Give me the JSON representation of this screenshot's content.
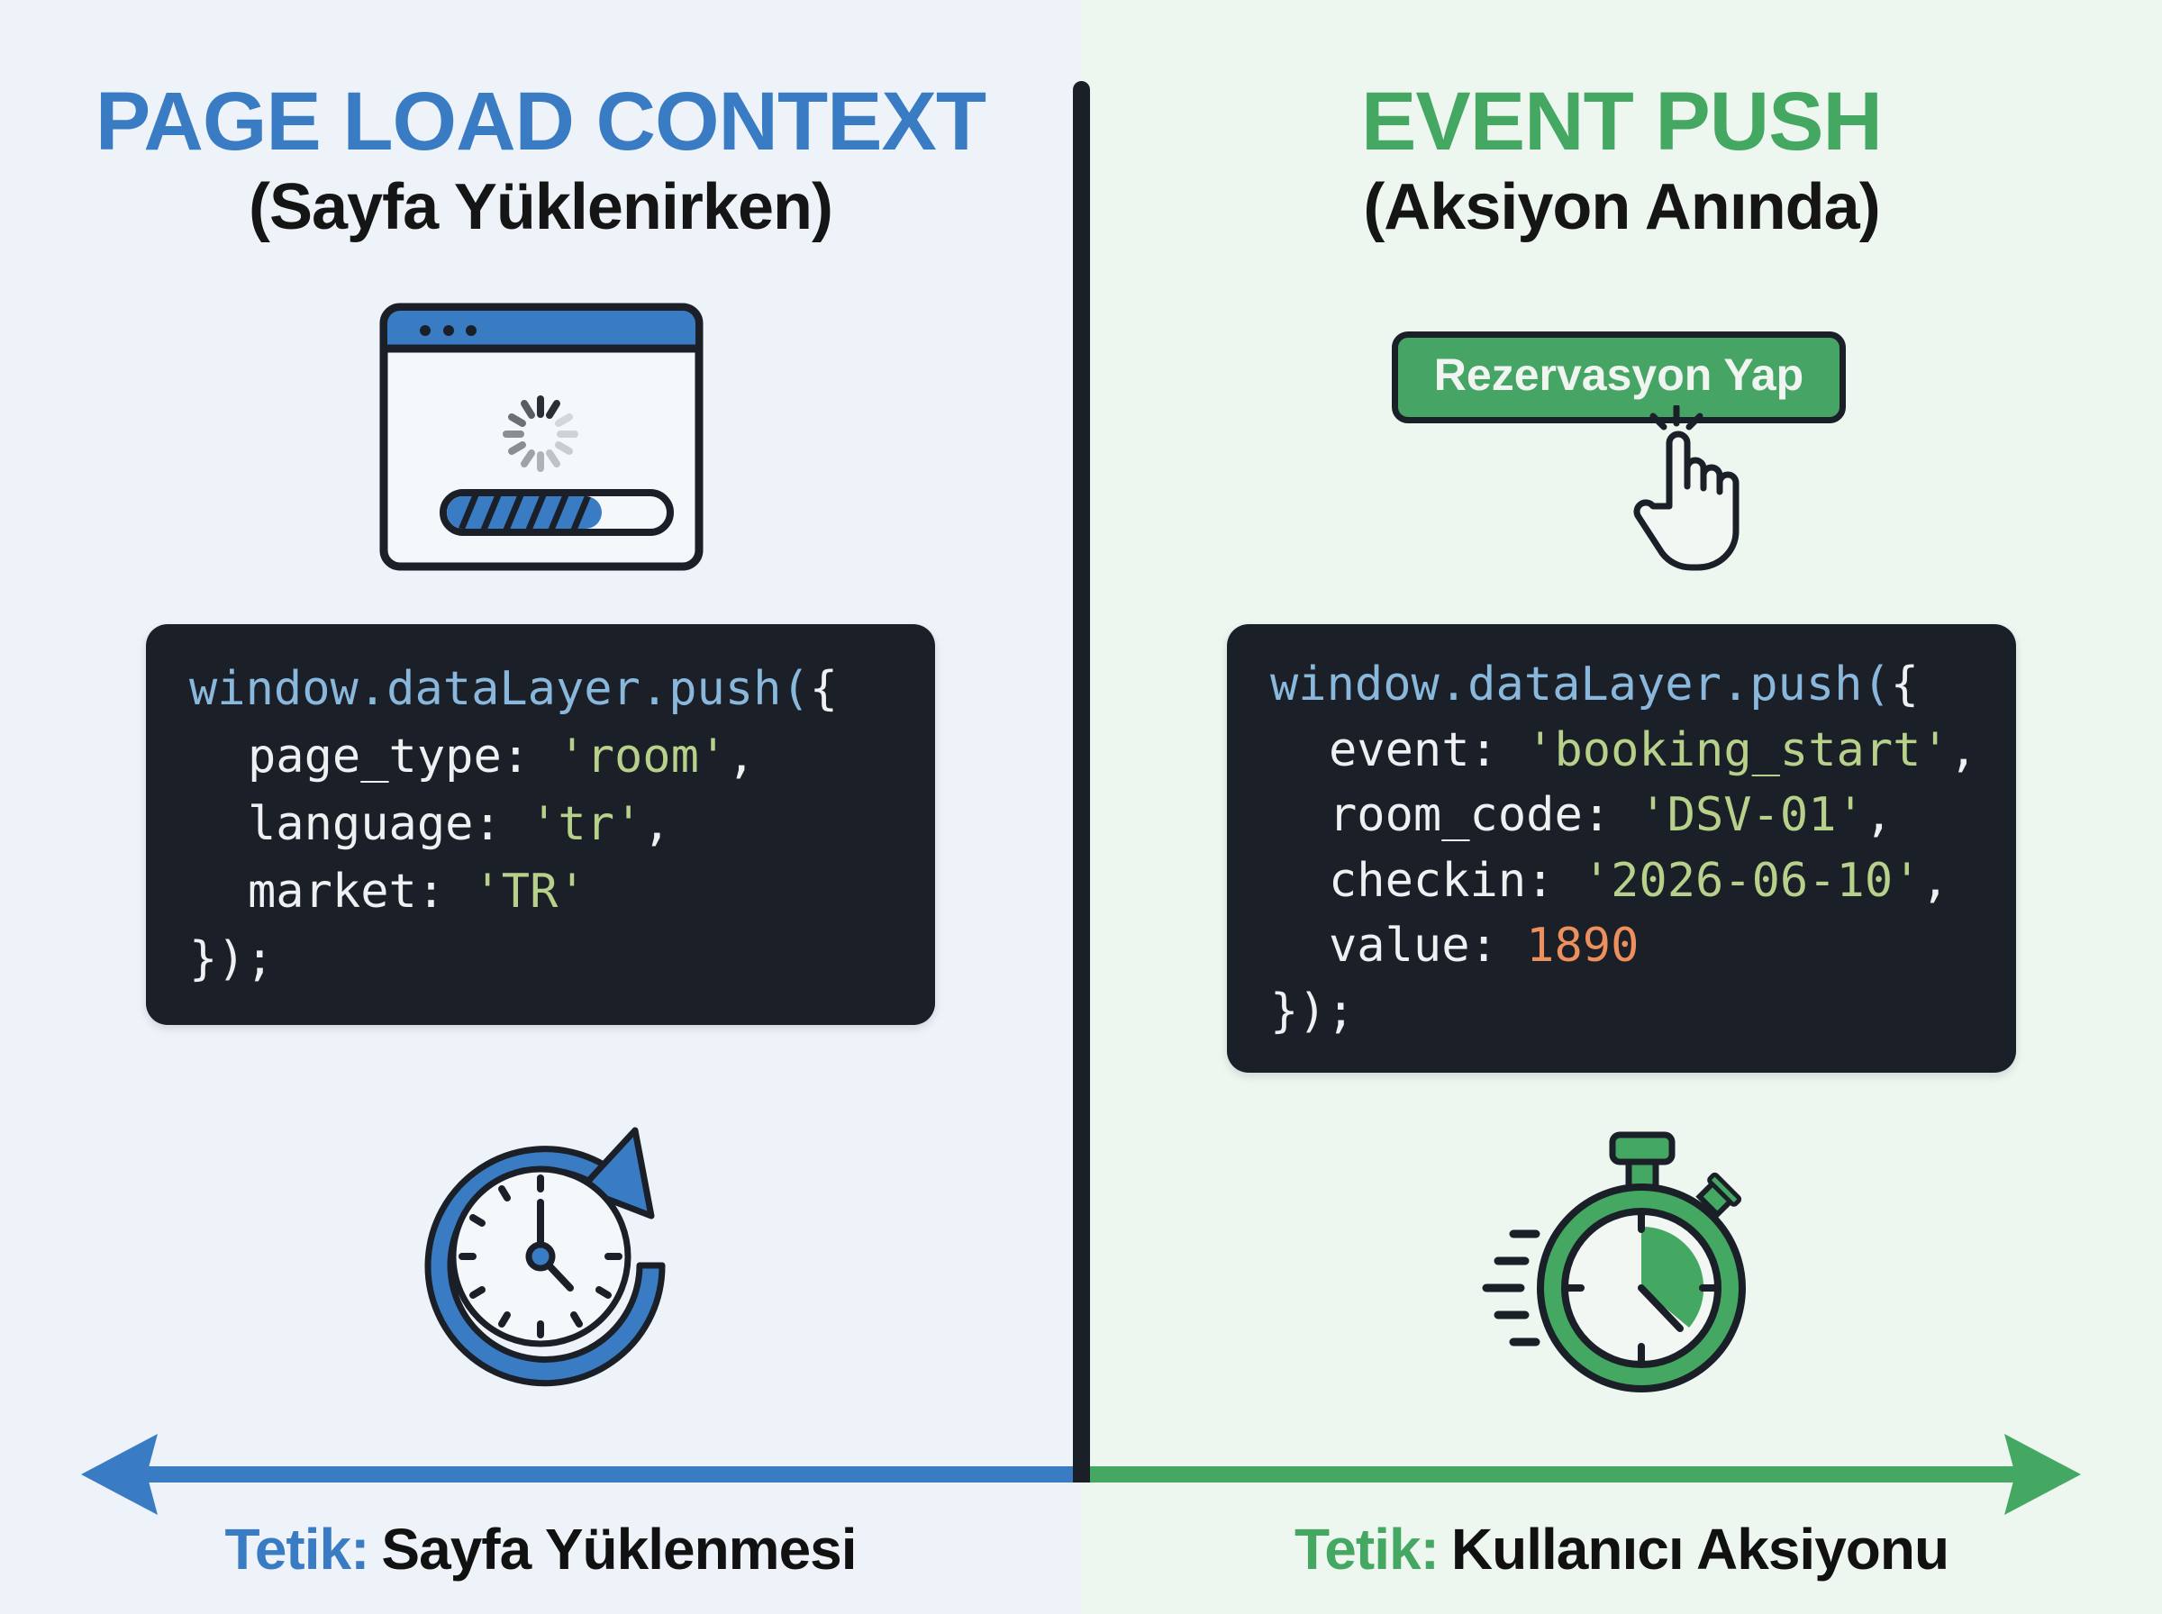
{
  "colors": {
    "blue": "#3a7cc4",
    "green": "#45a862",
    "dark": "#1b1f27",
    "code_bg": "#1b1f28",
    "code_fn": "#8ab8dc",
    "code_string": "#b7d08a",
    "code_number": "#ee8f5e"
  },
  "left": {
    "title": "PAGE LOAD CONTEXT",
    "subtitle": "(Sayfa Yüklenirken)",
    "illustration_icon": "browser-loading-icon",
    "code": {
      "head": "window.dataLayer.push(",
      "open": "{",
      "lines": [
        {
          "key": "page_type",
          "value": "'room'",
          "trail": ","
        },
        {
          "key": "language",
          "value": "'tr'",
          "trail": ","
        },
        {
          "key": "market",
          "value": "'TR'",
          "trail": ""
        }
      ],
      "close": "});"
    },
    "bottom_icon": "clock-refresh-icon",
    "trigger": {
      "label": "Tetik:",
      "value": "Sayfa Yüklenmesi"
    },
    "arrow_direction": "left"
  },
  "right": {
    "title": "EVENT PUSH",
    "subtitle": "(Aksiyon Anında)",
    "illustration_icon": "click-button-icon",
    "button_label": "Rezervasyon Yap",
    "code": {
      "head": "window.dataLayer.push(",
      "open": "{",
      "lines": [
        {
          "key": "event",
          "value": "'booking_start'",
          "trail": ","
        },
        {
          "key": "room_code",
          "value": "'DSV-01'",
          "trail": ","
        },
        {
          "key": "checkin",
          "value": "'2026-06-10'",
          "trail": ","
        },
        {
          "key": "value",
          "value": "1890",
          "trail": ""
        }
      ],
      "close": "});"
    },
    "bottom_icon": "stopwatch-icon",
    "trigger": {
      "label": "Tetik:",
      "value": "Kullanıcı Aksiyonu"
    },
    "arrow_direction": "right"
  }
}
